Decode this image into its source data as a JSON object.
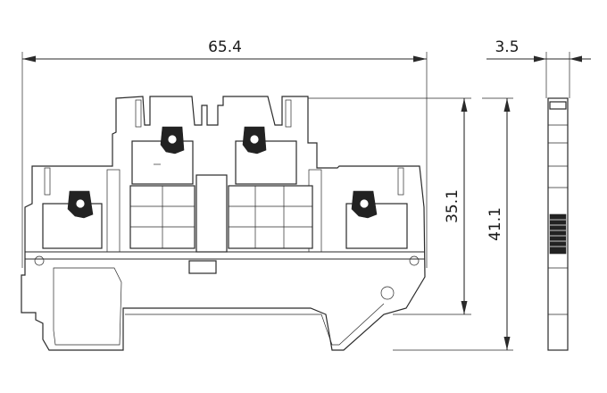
{
  "diagram": {
    "dimensions": {
      "width_label": "65.4",
      "thickness_label": "3.5",
      "height_inner_label": "35.1",
      "height_total_label": "41.1"
    },
    "colors": {
      "line": "#2a2a2a",
      "fill_dark": "#222222",
      "background": "#ffffff"
    }
  }
}
